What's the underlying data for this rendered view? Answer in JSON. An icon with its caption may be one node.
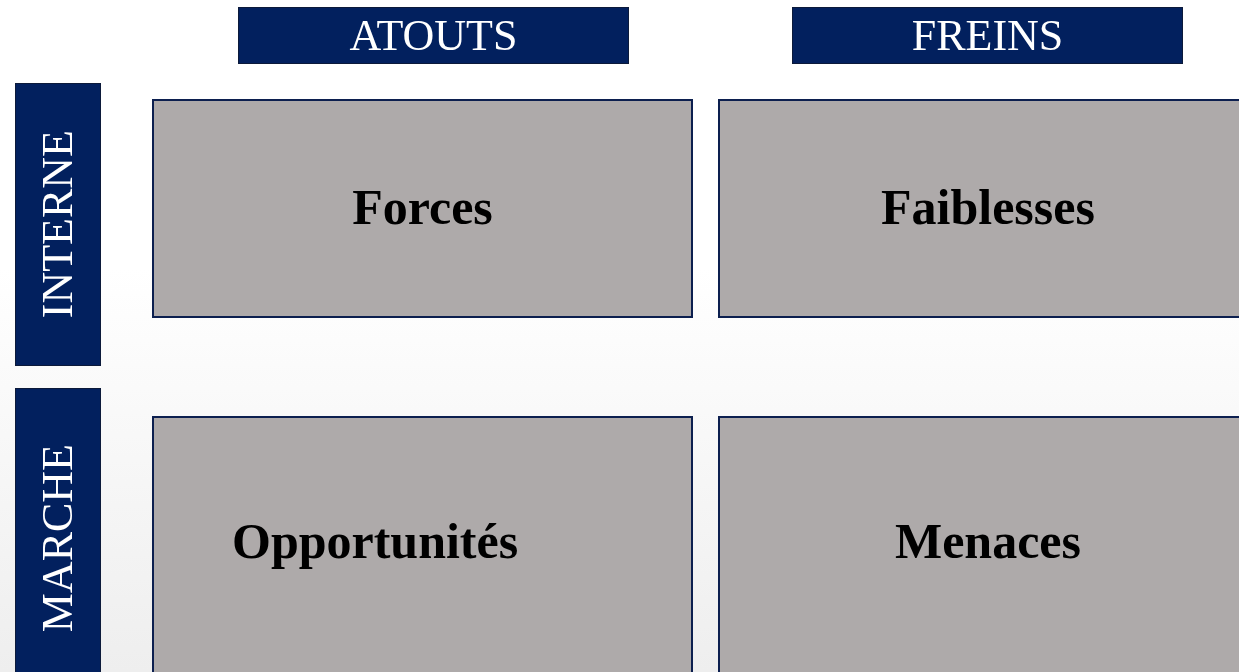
{
  "diagram": {
    "nodes": [
      {
        "text": [
          "ATOUTS"
        ]
      },
      {
        "text": [
          "FREINS"
        ]
      },
      {
        "text": [
          "INTERNE"
        ]
      },
      {
        "text": [
          "Forces"
        ]
      },
      {
        "text": [
          "Faiblesses"
        ]
      },
      {
        "text": [
          "MARCHE"
        ]
      },
      {
        "text": [
          "Opportunités"
        ]
      },
      {
        "text": [
          "Menaces"
        ]
      }
    ]
  }
}
